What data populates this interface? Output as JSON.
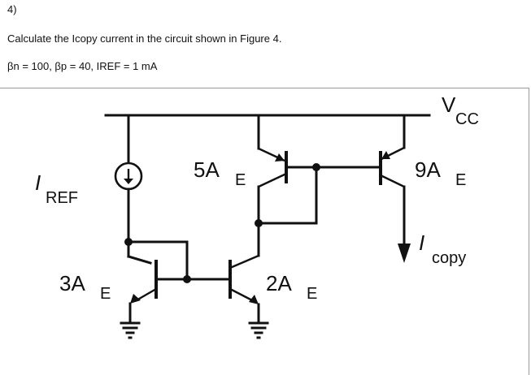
{
  "question": {
    "number": "4)",
    "text": "Calculate the Icopy current in the circuit shown in Figure 4.",
    "params": "βn = 100, βp = 40, IREF = 1 mA"
  },
  "circuit": {
    "vcc": {
      "main": "V",
      "sub": "CC"
    },
    "iref": {
      "main": "I",
      "sub": "REF"
    },
    "icopy": {
      "main": "I",
      "sub": "copy"
    },
    "q_5ae": {
      "main": "5A",
      "sub": "E"
    },
    "q_9ae": {
      "main": "9A",
      "sub": "E"
    },
    "q_3ae": {
      "main": "3A",
      "sub": "E"
    },
    "q_2ae": {
      "main": "2A",
      "sub": "E"
    }
  }
}
